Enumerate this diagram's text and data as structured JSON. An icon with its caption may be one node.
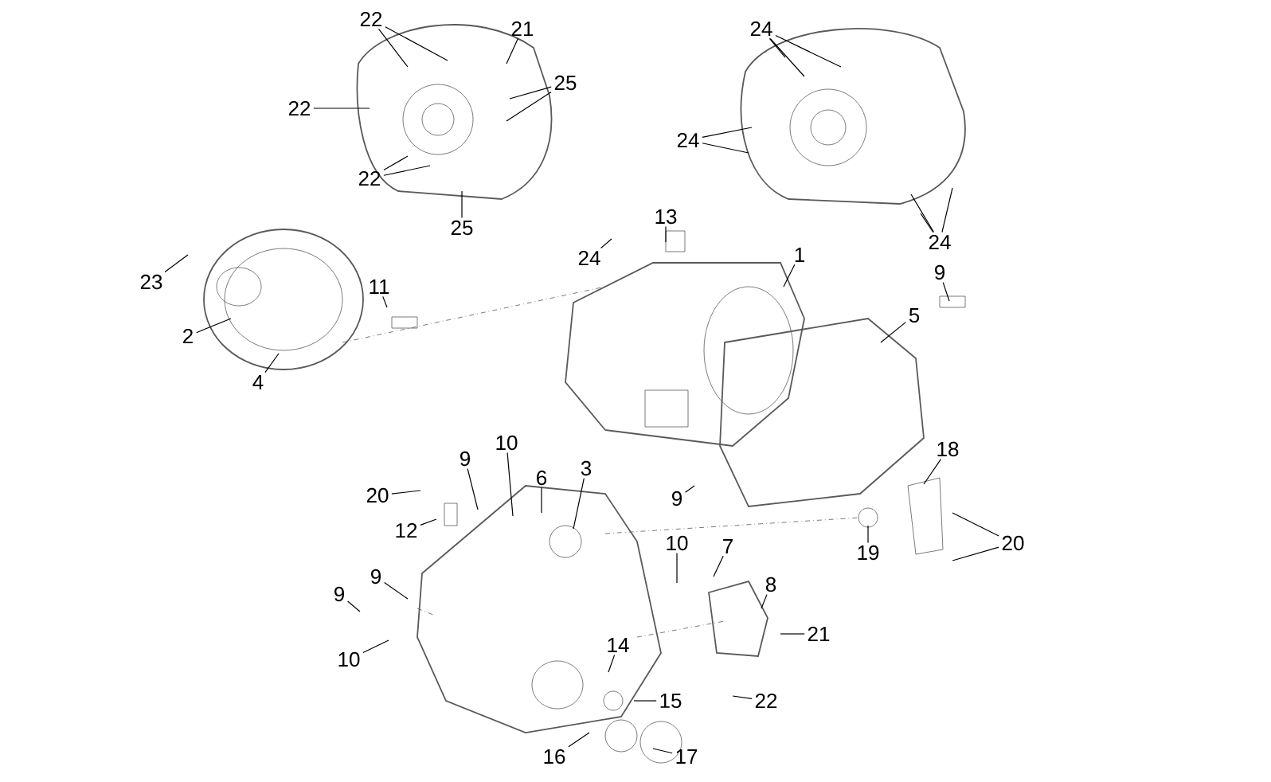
{
  "diagram": {
    "nodes": [
      {
        "text": [
          "22"
        ]
      },
      {
        "text": [
          "21"
        ]
      },
      {
        "text": [
          "24"
        ]
      },
      {
        "text": [
          "25"
        ]
      },
      {
        "text": [
          "22"
        ]
      },
      {
        "text": [
          "24"
        ]
      },
      {
        "text": [
          "22"
        ]
      },
      {
        "text": [
          "13"
        ]
      },
      {
        "text": [
          "25"
        ]
      },
      {
        "text": [
          "24"
        ]
      },
      {
        "text": [
          "1"
        ]
      },
      {
        "text": [
          "24"
        ]
      },
      {
        "text": [
          "23"
        ]
      },
      {
        "text": [
          "9"
        ]
      },
      {
        "text": [
          "11"
        ]
      },
      {
        "text": [
          "5"
        ]
      },
      {
        "text": [
          "2"
        ]
      },
      {
        "text": [
          "4"
        ]
      },
      {
        "text": [
          "3"
        ]
      },
      {
        "text": [
          "10"
        ]
      },
      {
        "text": [
          "18"
        ]
      },
      {
        "text": [
          "9"
        ]
      },
      {
        "text": [
          "6"
        ]
      },
      {
        "text": [
          "20"
        ]
      },
      {
        "text": [
          "9"
        ]
      },
      {
        "text": [
          "12"
        ]
      },
      {
        "text": [
          "10"
        ]
      },
      {
        "text": [
          "7"
        ]
      },
      {
        "text": [
          "20"
        ]
      },
      {
        "text": [
          "19"
        ]
      },
      {
        "text": [
          "9"
        ]
      },
      {
        "text": [
          "8"
        ]
      },
      {
        "text": [
          "9"
        ]
      },
      {
        "text": [
          "21"
        ]
      },
      {
        "text": [
          "14"
        ]
      },
      {
        "text": [
          "10"
        ]
      },
      {
        "text": [
          "15"
        ]
      },
      {
        "text": [
          "22"
        ]
      },
      {
        "text": [
          "16"
        ]
      },
      {
        "text": [
          "17"
        ]
      }
    ],
    "edges": [
      {
        "from": 0,
        "to": null,
        "arrow": "none"
      },
      {
        "from": 0,
        "to": null,
        "arrow": "none"
      },
      {
        "from": 1,
        "to": null,
        "arrow": "none"
      },
      {
        "from": 2,
        "to": null,
        "arrow": "none"
      },
      {
        "from": 2,
        "to": null,
        "arrow": "none"
      },
      {
        "from": 2,
        "to": null,
        "arrow": "none"
      },
      {
        "from": 3,
        "to": null,
        "arrow": "none"
      },
      {
        "from": 3,
        "to": null,
        "arrow": "none"
      },
      {
        "from": 4,
        "to": null,
        "arrow": "none"
      },
      {
        "from": 5,
        "to": null,
        "arrow": "none"
      },
      {
        "from": 5,
        "to": null,
        "arrow": "none"
      },
      {
        "from": 6,
        "to": null,
        "arrow": "none"
      },
      {
        "from": 6,
        "to": null,
        "arrow": "none"
      },
      {
        "from": 7,
        "to": null,
        "arrow": "none"
      },
      {
        "from": 8,
        "to": null,
        "arrow": "none"
      },
      {
        "from": 9,
        "to": null,
        "arrow": "none"
      },
      {
        "from": 9,
        "to": null,
        "arrow": "none"
      },
      {
        "from": 9,
        "to": null,
        "arrow": "none"
      },
      {
        "from": 10,
        "to": null,
        "arrow": "none"
      },
      {
        "from": 11,
        "to": null,
        "arrow": "none"
      },
      {
        "from": 12,
        "to": null,
        "arrow": "none"
      },
      {
        "from": 13,
        "to": null,
        "arrow": "none"
      },
      {
        "from": 14,
        "to": null,
        "arrow": "none"
      },
      {
        "from": 15,
        "to": null,
        "arrow": "none"
      },
      {
        "from": 16,
        "to": null,
        "arrow": "none"
      },
      {
        "from": 17,
        "to": null,
        "arrow": "none"
      },
      {
        "from": 18,
        "to": null,
        "arrow": "none"
      },
      {
        "from": 19,
        "to": null,
        "arrow": "none"
      },
      {
        "from": 20,
        "to": null,
        "arrow": "none"
      },
      {
        "from": 21,
        "to": null,
        "arrow": "none"
      },
      {
        "from": 22,
        "to": null,
        "arrow": "none"
      },
      {
        "from": 23,
        "to": null,
        "arrow": "none"
      },
      {
        "from": 24,
        "to": null,
        "arrow": "none"
      },
      {
        "from": 25,
        "to": null,
        "arrow": "none"
      },
      {
        "from": 26,
        "to": null,
        "arrow": "none"
      },
      {
        "from": 27,
        "to": null,
        "arrow": "none"
      },
      {
        "from": 28,
        "to": null,
        "arrow": "none"
      },
      {
        "from": 28,
        "to": null,
        "arrow": "none"
      },
      {
        "from": 29,
        "to": null,
        "arrow": "none"
      },
      {
        "from": 30,
        "to": null,
        "arrow": "none"
      },
      {
        "from": 31,
        "to": null,
        "arrow": "none"
      },
      {
        "from": 32,
        "to": null,
        "arrow": "none"
      },
      {
        "from": 33,
        "to": null,
        "arrow": "none"
      },
      {
        "from": 34,
        "to": null,
        "arrow": "none"
      },
      {
        "from": 35,
        "to": null,
        "arrow": "none"
      },
      {
        "from": 36,
        "to": null,
        "arrow": "none"
      },
      {
        "from": 37,
        "to": null,
        "arrow": "none"
      },
      {
        "from": 38,
        "to": null,
        "arrow": "none"
      },
      {
        "from": 39,
        "to": null,
        "arrow": "none"
      }
    ]
  }
}
